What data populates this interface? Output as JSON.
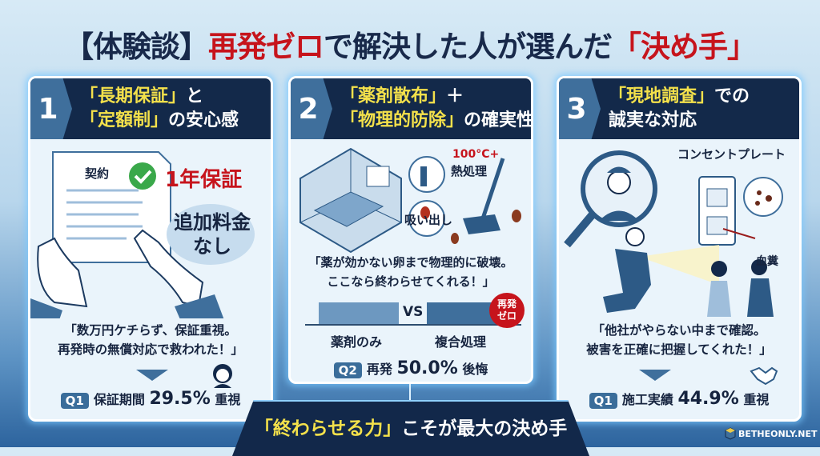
{
  "title": {
    "prefix": "【体験談】",
    "red": "再発ゼロ",
    "middle": "で解決した人が選んだ",
    "red_quote": "「決め手」"
  },
  "cards": [
    {
      "number": "1",
      "line1_hl": "「長期保証」",
      "line1_rest": "と",
      "line2_hl": "「定額制」",
      "line2_rest": "の安心感",
      "doc_label": "契約",
      "guarantee": "1年保証",
      "bubble_line1": "追加料金",
      "bubble_line2": "なし",
      "quote_line1": "「数万円ケチらず、保証重視。",
      "quote_line2": "再発時の無償対応で救われた！」",
      "stat": {
        "badge": "Q1",
        "label": "保証期間",
        "value": "29.5%",
        "suffix": "重視"
      }
    },
    {
      "number": "2",
      "line1_hl": "「薬剤散布」",
      "line1_rest": "＋",
      "line2_hl": "「物理的防除」",
      "line2_rest": "の確実性",
      "heat_line1": "100°C+",
      "heat_line2": "熱処理",
      "suction": "吸い出し",
      "quote_line1": "「薬が効かない卵まで物理的に破壊。",
      "quote_line2": "ここなら終わらせてくれる！」",
      "vs": "VS",
      "left_label": "薬剤のみ",
      "right_label": "複合処理",
      "zero_badge_line1": "再発",
      "zero_badge_line2": "ゼロ",
      "stat": {
        "badge": "Q2",
        "label": "再発",
        "value": "50.0%",
        "suffix": "後悔"
      }
    },
    {
      "number": "3",
      "line1_hl": "「現地調査」",
      "line1_rest": "での",
      "line2_hl": "",
      "line2_rest": "誠実な対応",
      "outlet_label": "コンセントプレート",
      "blood_label": "血糞",
      "quote_line1": "「他社がやらない中まで確認。",
      "quote_line2": "被害を正確に把握してくれた！」",
      "stat": {
        "badge": "Q1",
        "label": "施工実績",
        "value": "44.9%",
        "suffix": "重視"
      }
    }
  ],
  "banner": {
    "highlight": "「終わらせる力」",
    "rest": "こそが最大の決め手"
  },
  "logo": "BETHEONLY.NET",
  "colors": {
    "navy": "#13294a",
    "red": "#c6141c",
    "yellow": "#f4e14b",
    "accent_blue": "#3f6f9c",
    "check_green": "#3aa84a"
  }
}
